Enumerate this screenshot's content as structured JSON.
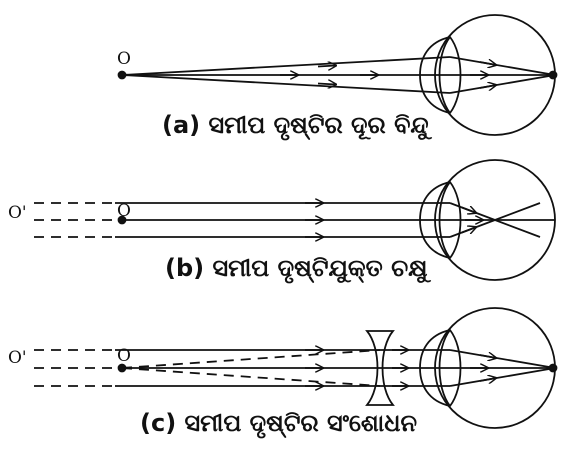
{
  "panels": [
    {
      "point_label": "O",
      "caption": "(a) ସମୀପ ଦୃଷ୍ଟିର ଦୂର ବିନ୍ଦୁ"
    },
    {
      "point_label": "O",
      "far_point_label": "O'",
      "caption": "(b) ସମୀପ ଦୃଷ୍ଟିଯୁକ୍ତ ଚକ୍ଷୁ"
    },
    {
      "point_label": "O",
      "far_point_label": "O'",
      "caption": "(c) ସମୀପ ଦୃଷ୍ଟିର ସଂଶୋଧନ"
    }
  ],
  "colors": {
    "ink": "#111111",
    "background": "#ffffff"
  }
}
